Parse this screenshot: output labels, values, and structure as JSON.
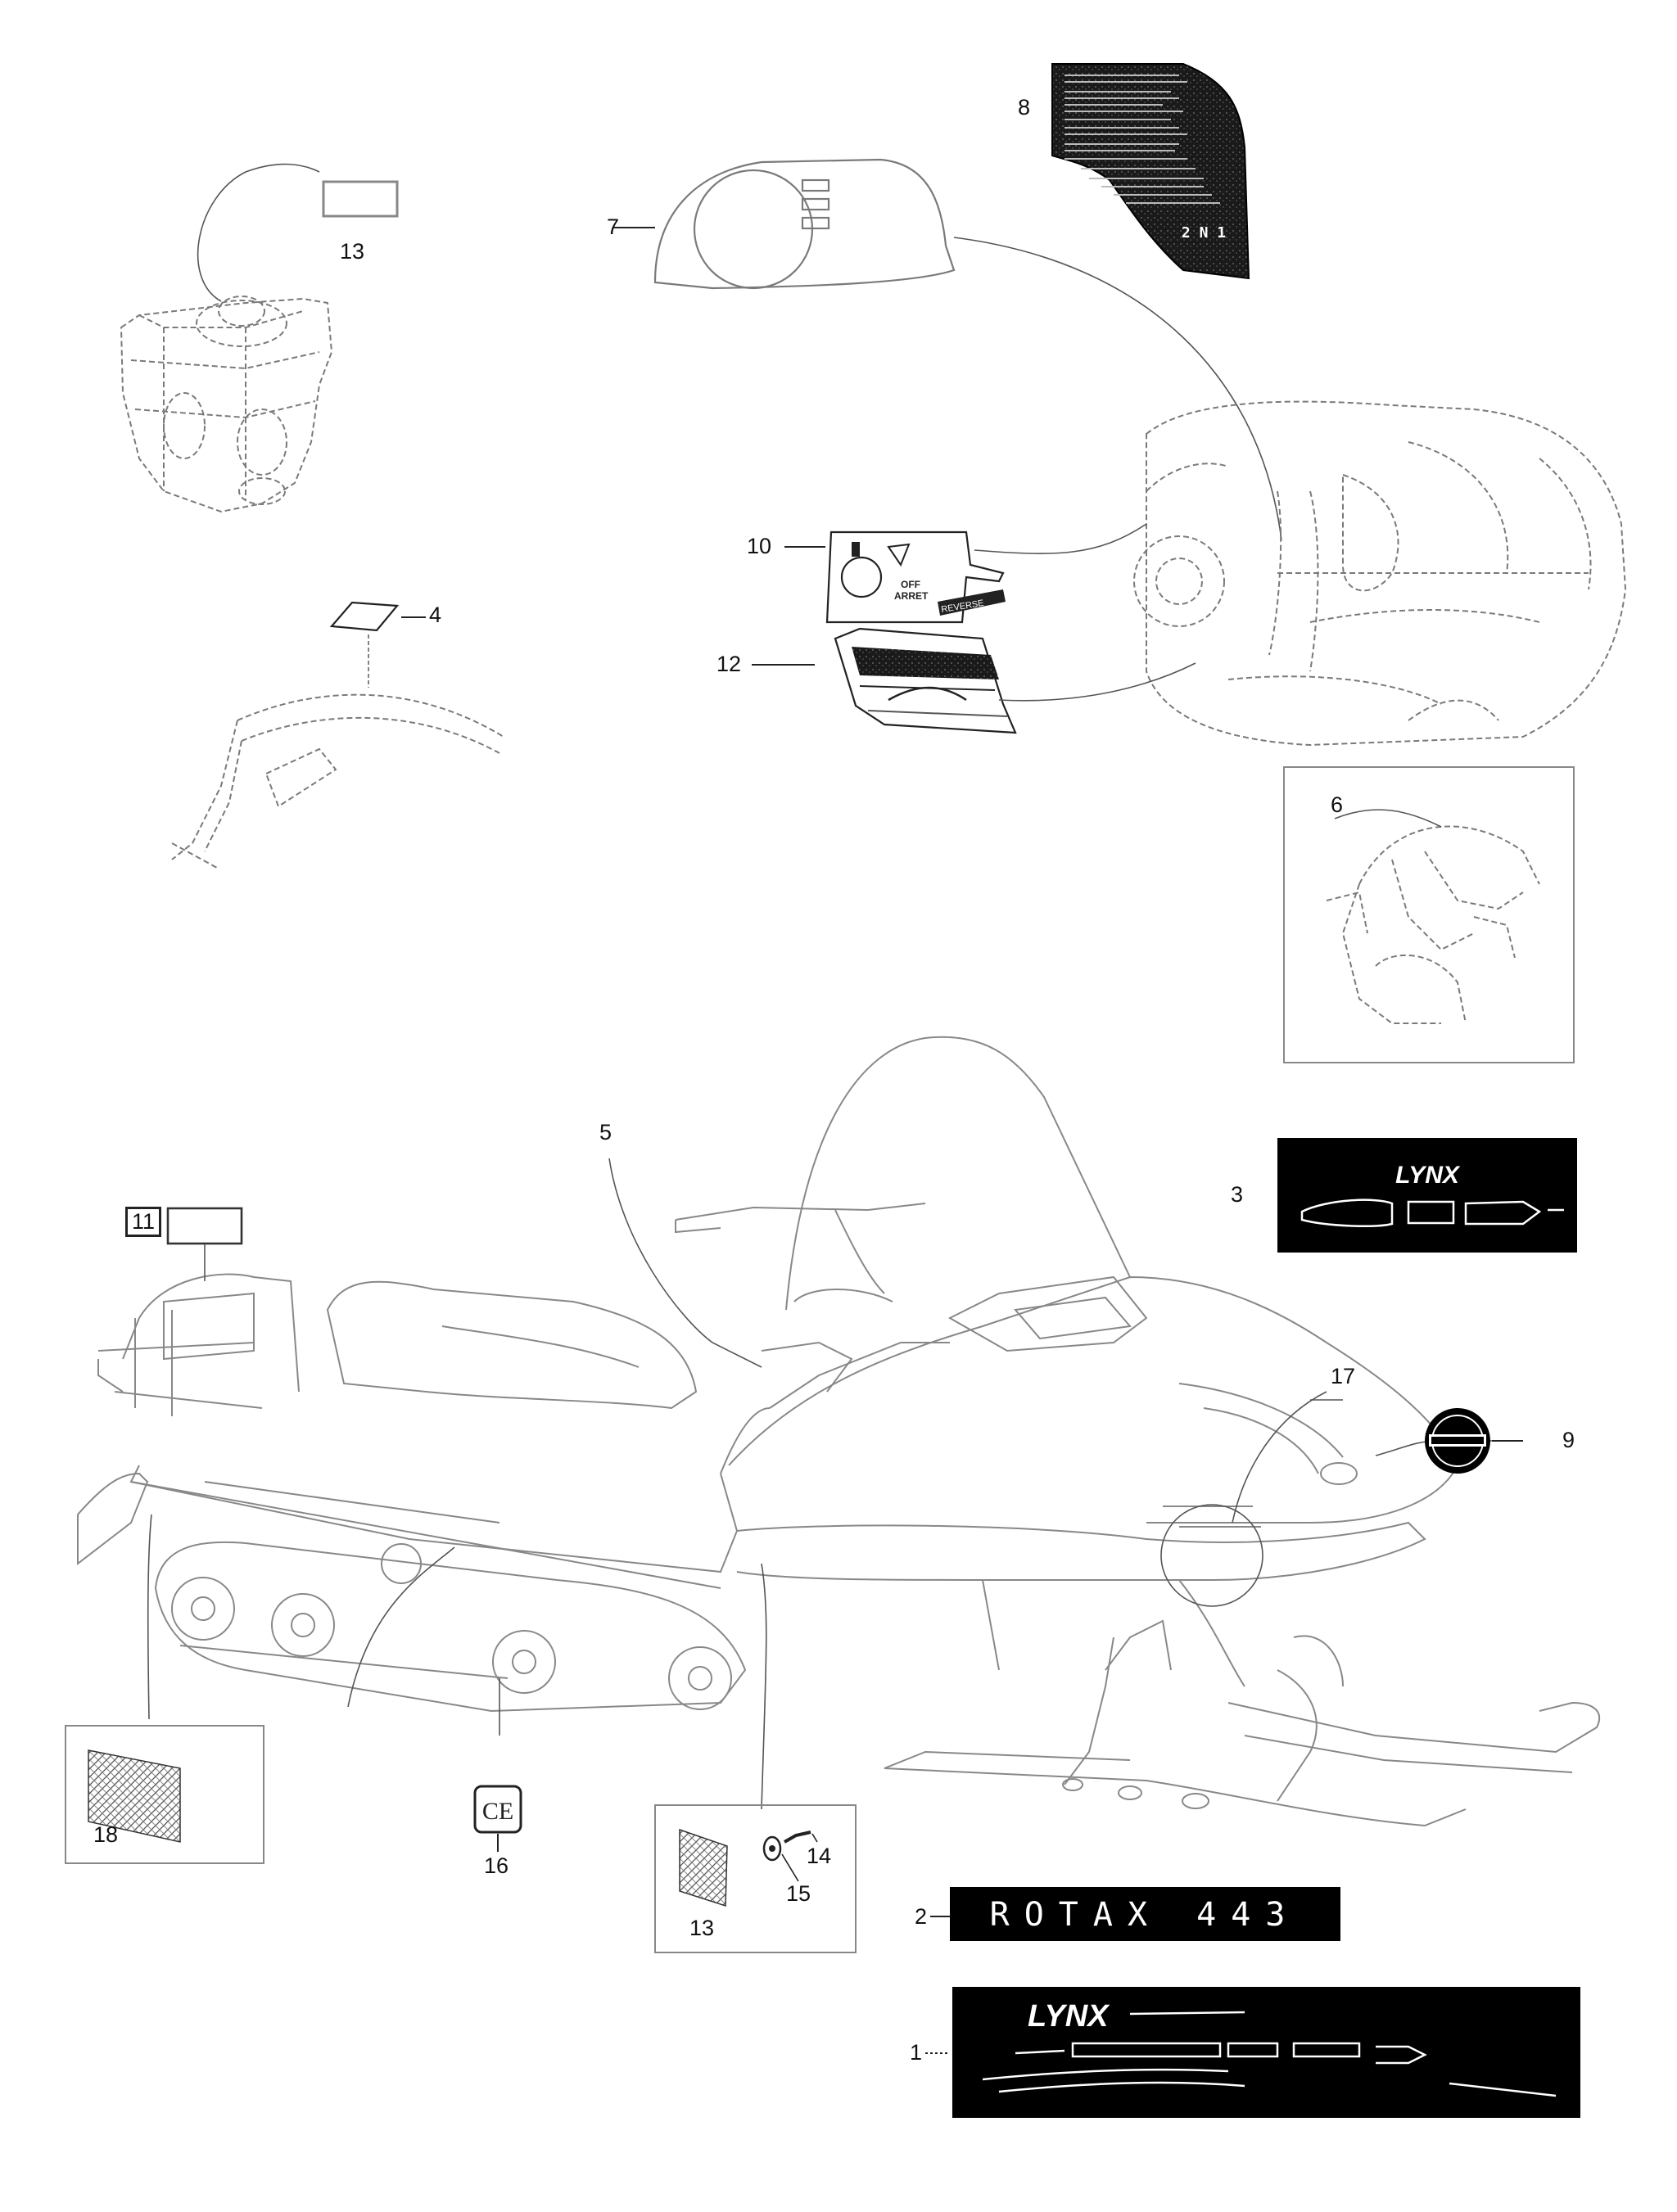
{
  "callouts": {
    "n1": "1",
    "n2": "2",
    "n3": "3",
    "n4": "4",
    "n5": "5",
    "n6": "6",
    "n7": "7",
    "n8": "8",
    "n9": "9",
    "n10": "10",
    "n11": "11",
    "n12": "12",
    "n13a": "13",
    "n13b": "13",
    "n14": "14",
    "n15": "15",
    "n16": "16",
    "n17": "17",
    "n18": "18"
  },
  "decals": {
    "rotax": "ROTAX 443",
    "lynx_small": "LYNX",
    "lynx_big": "LYNX",
    "ce_mark": "CE",
    "off_label": "OFF",
    "arret_label": "ARRET",
    "reverse_label": "REVERSE",
    "gear_label": "2 N 1"
  },
  "colors": {
    "line": "#2a2a2a",
    "dashed": "#7a7a7a",
    "decal_bg": "#000000",
    "hatch": "#555555"
  }
}
